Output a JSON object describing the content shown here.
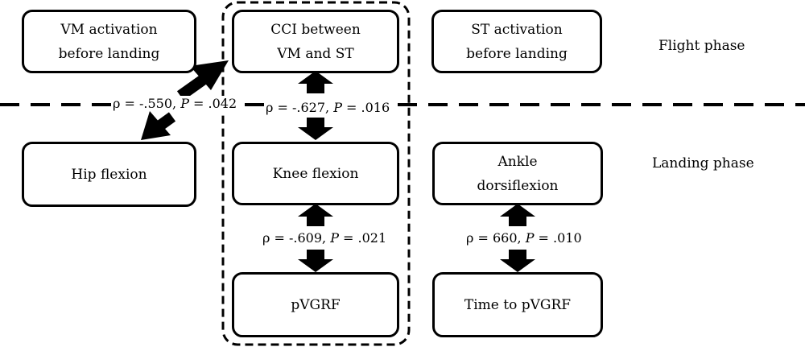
{
  "phases": {
    "flight": "Flight phase",
    "landing": "Landing phase"
  },
  "boxes": {
    "vm_activation": [
      "VM activation",
      "before landing"
    ],
    "cci": [
      "CCI between",
      "VM and ST"
    ],
    "st_activation": [
      "ST activation",
      "before landing"
    ],
    "hip_flexion": [
      "Hip flexion"
    ],
    "knee_flexion": [
      "Knee flexion"
    ],
    "ankle_dorsiflexion": [
      "Ankle",
      "dorsiflexion"
    ],
    "pvgrf": [
      "pVGRF"
    ],
    "time_to_pvgrf": [
      "Time to pVGRF"
    ]
  },
  "correlations": {
    "cci_hip": {
      "rho": "ρ = -.550, ",
      "p_label": "P",
      "p_value": " = .042"
    },
    "cci_knee": {
      "rho": "ρ = -.627, ",
      "p_label": "P",
      "p_value": " = .016"
    },
    "knee_pvgrf": {
      "rho": "ρ = -.609, ",
      "p_label": "P",
      "p_value": " = .021"
    },
    "ankle_time": {
      "rho": "ρ = 660, ",
      "p_label": "P",
      "p_value": " = .010"
    }
  },
  "colors": {
    "stroke": "#000000",
    "background": "#ffffff"
  }
}
